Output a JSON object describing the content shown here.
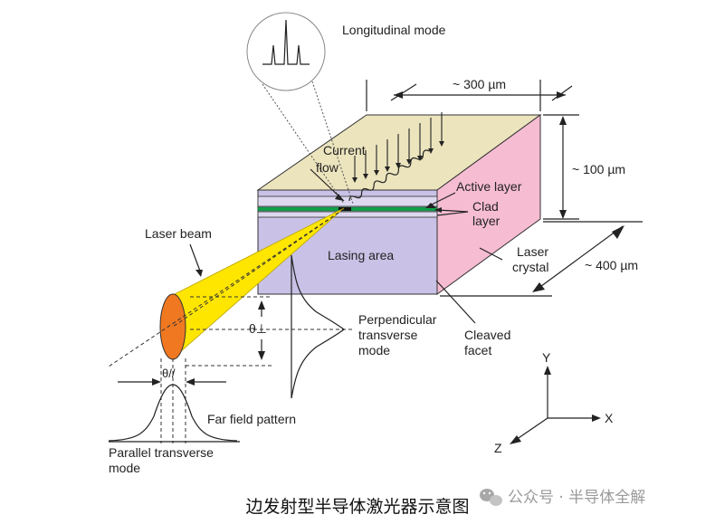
{
  "labels": {
    "longitudinal_mode": "Longitudinal mode",
    "width_dim": "~ 300 µm",
    "height_dim": "~ 100 µm",
    "length_dim": "~ 400 µm",
    "current_flow_1": "Current",
    "current_flow_2": "flow",
    "active_layer": "Active layer",
    "clad_layer_1": "Clad",
    "clad_layer_2": "layer",
    "laser_beam": "Laser beam",
    "lasing_area": "Lasing area",
    "laser_crystal_1": "Laser",
    "laser_crystal_2": "crystal",
    "perp_mode_1": "Perpendicular",
    "perp_mode_2": "transverse",
    "perp_mode_3": "mode",
    "cleaved_facet_1": "Cleaved",
    "cleaved_facet_2": "facet",
    "theta_perp": "θ⊥",
    "theta_par": "θ//",
    "far_field": "Far field pattern",
    "parallel_mode_1": "Parallel transverse",
    "parallel_mode_2": "mode",
    "axis_x": "X",
    "axis_y": "Y",
    "axis_z": "Z"
  },
  "caption": "边发射型半导体激光器示意图",
  "watermark": "公众号 · 半导体全解",
  "colors": {
    "top_face": "#ece4bd",
    "side_face": "#f6bcd2",
    "front_face": "#c9c2e6",
    "active_green": "#12a14a",
    "beam_yellow": "#ffe600",
    "beam_spot": "#f07820"
  },
  "icons": [
    "wechat-logo-icon"
  ]
}
